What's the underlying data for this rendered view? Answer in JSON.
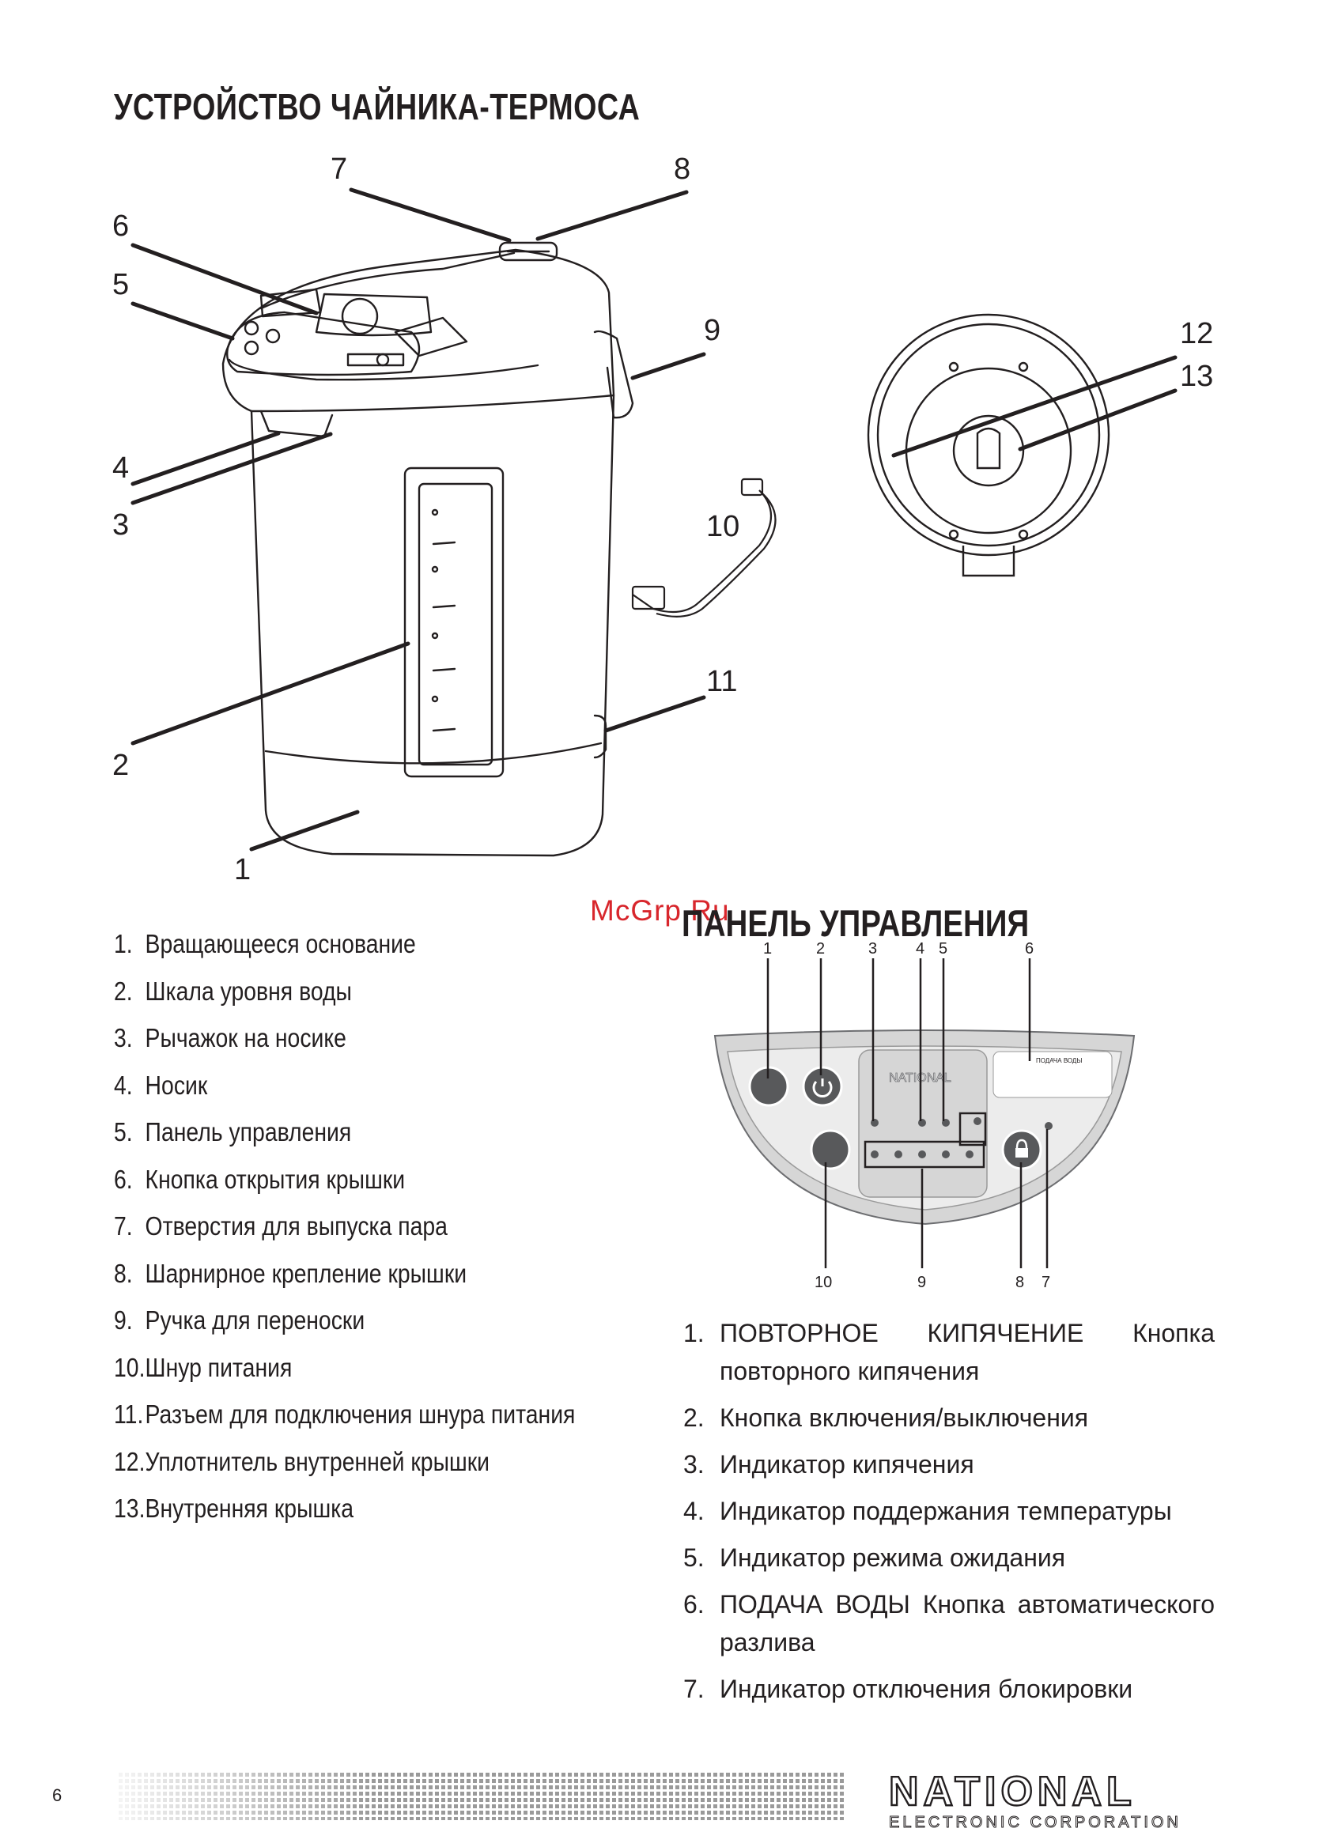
{
  "page": {
    "title": "УСТРОЙСТВО ЧАЙНИКА-ТЕРМОСА",
    "panel_title": "ПАНЕЛЬ УПРАВЛЕНИЯ",
    "watermark": "McGrp.Ru",
    "page_number": "6"
  },
  "diagram": {
    "callouts": [
      "1",
      "2",
      "3",
      "4",
      "5",
      "6",
      "7",
      "8",
      "9",
      "10",
      "11",
      "12",
      "13"
    ],
    "panel_brand": "NATIONAL",
    "panel_feed_label": "ПОДАЧА ВОДЫ"
  },
  "panel": {
    "callouts": [
      "1",
      "2",
      "3",
      "4",
      "5",
      "6",
      "10",
      "9",
      "8",
      "7"
    ]
  },
  "parts": [
    {
      "num": "1.",
      "text": "Вращающееся основание"
    },
    {
      "num": "2.",
      "text": "Шкала уровня воды"
    },
    {
      "num": "3.",
      "text": "Рычажок на носике"
    },
    {
      "num": "4.",
      "text": "Носик"
    },
    {
      "num": "5.",
      "text": "Панель управления"
    },
    {
      "num": "6.",
      "text": "Кнопка открытия крышки"
    },
    {
      "num": "7.",
      "text": "Отверстия для выпуска пара"
    },
    {
      "num": "8.",
      "text": "Шарнирное крепление крышки"
    },
    {
      "num": "9.",
      "text": "Ручка для переноски"
    },
    {
      "num": "10.",
      "text": "Шнур питания"
    },
    {
      "num": "11.",
      "text": "Разъем для подключения шнура питания"
    },
    {
      "num": "12.",
      "text": "Уплотнитель внутренней крышки"
    },
    {
      "num": "13.",
      "text": "Внутренняя крышка"
    }
  ],
  "controls": [
    {
      "num": "1.",
      "text": "ПОВТОРНОЕ КИПЯЧЕНИЕ Кнопка повторного кипячения"
    },
    {
      "num": "2.",
      "text": "Кнопка включения/выключения"
    },
    {
      "num": "3.",
      "text": "Индикатор кипячения"
    },
    {
      "num": "4.",
      "text": "Индикатор поддержания температуры"
    },
    {
      "num": "5.",
      "text": "Индикатор режима ожидания"
    },
    {
      "num": "6.",
      "text": "ПОДАЧА ВОДЫ Кнопка автоматического разлива"
    },
    {
      "num": "7.",
      "text": "Индикатор отключения блокировки"
    }
  ],
  "footer": {
    "brand": "NATIONAL",
    "brand_sub": "ELECTRONIC CORPORATION"
  }
}
